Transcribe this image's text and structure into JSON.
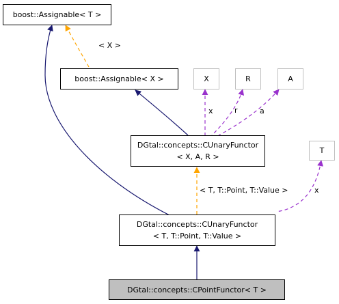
{
  "nodes": {
    "assignable_t": "boost::Assignable< T >",
    "assignable_x": "boost::Assignable< X >",
    "x": "X",
    "r": "R",
    "a": "A",
    "t": "T",
    "cunary_xar_1": "DGtal::concepts::CUnaryFunctor",
    "cunary_xar_2": "< X, A, R >",
    "cunary_t_1": "DGtal::concepts::CUnaryFunctor",
    "cunary_t_2": "< T, T::Point, T::Value >",
    "cpoint": "DGtal::concepts::CPointFunctor< T >"
  },
  "edges": {
    "assignable_template": "< X >",
    "x_usage": "x",
    "r_usage": "r",
    "a_usage": "a",
    "cunary_template": "< T, T::Point, T::Value >",
    "t_usage": "x"
  },
  "colors": {
    "inheritance": "#191970",
    "template_instance": "#ffa500",
    "usage": "#9a32cd",
    "focus_fill": "#bfbfbf"
  }
}
